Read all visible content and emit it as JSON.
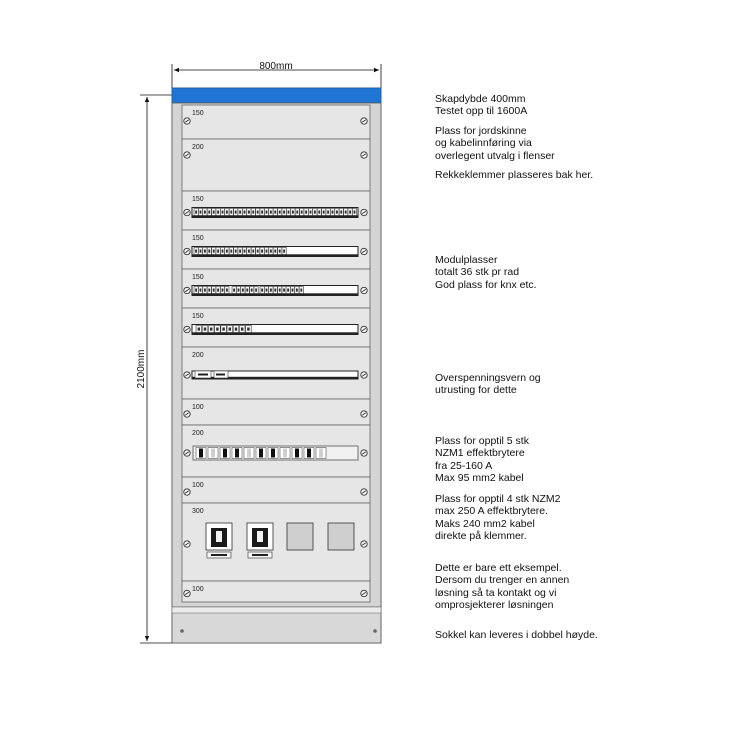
{
  "dimensions": {
    "width_label": "800mm",
    "height_label": "2100mm"
  },
  "modules": [
    {
      "label": "150",
      "kind": "blank"
    },
    {
      "label": "200",
      "kind": "blank"
    },
    {
      "label": "150",
      "kind": "terminal-rail"
    },
    {
      "label": "150",
      "kind": "mcb-rail-partial"
    },
    {
      "label": "150",
      "kind": "mcb-rail-groups"
    },
    {
      "label": "150",
      "kind": "mcb-rail-few"
    },
    {
      "label": "200",
      "kind": "surge-protection"
    },
    {
      "label": "100",
      "kind": "blank"
    },
    {
      "label": "200",
      "kind": "nzm1-breakers"
    },
    {
      "label": "100",
      "kind": "blank"
    },
    {
      "label": "300",
      "kind": "nzm2-breakers"
    },
    {
      "label": "100",
      "kind": "blank"
    }
  ],
  "notes": [
    {
      "id": "depth",
      "lines": [
        "Skapdybde 400mm",
        "Testet opp til 1600A"
      ]
    },
    {
      "id": "earth",
      "lines": [
        "Plass for jordskinne",
        "og kabelinnføring via",
        "overlegent utvalg i flenser"
      ]
    },
    {
      "id": "terminals",
      "lines": [
        "Rekkeklemmer plasseres bak her."
      ]
    },
    {
      "id": "modules",
      "lines": [
        "Modulplasser",
        "totalt 36 stk pr rad",
        "God plass for knx etc."
      ]
    },
    {
      "id": "surge",
      "lines": [
        "Overspenningsvern og",
        "utrusting for dette"
      ]
    },
    {
      "id": "nzm1",
      "lines": [
        "Plass for opptil 5 stk",
        "NZM1 effektbrytere",
        "fra 25-160 A",
        "Max 95 mm2 kabel"
      ]
    },
    {
      "id": "nzm2",
      "lines": [
        "Plass for opptil 4 stk NZM2",
        "max 250 A effektbrytere.",
        "Maks 240 mm2 kabel",
        "direkte på klemmer."
      ]
    },
    {
      "id": "example",
      "lines": [
        "Dette er bare ett eksempel.",
        "Dersom du trenger en annen",
        "løsning så ta kontakt og vi",
        "omprosjekterer løsningen"
      ]
    },
    {
      "id": "plinth",
      "lines": [
        "Sokkel kan leveres i dobbel høyde."
      ]
    }
  ],
  "colors": {
    "top_bar": "#1f74d4",
    "panel": "#e4e4e4",
    "cabinet": "#d9d9d9",
    "outline": "#555555"
  }
}
